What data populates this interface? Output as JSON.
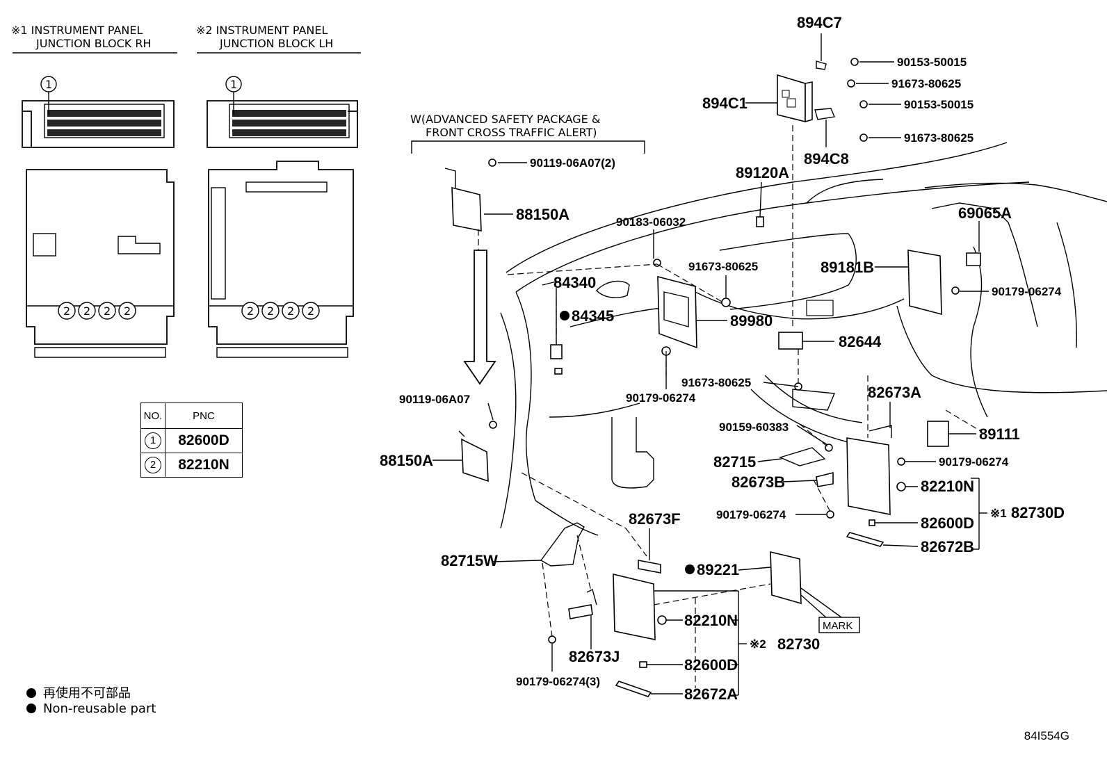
{
  "headers": {
    "jb_rh_line1": "※1 INSTRUMENT PANEL",
    "jb_rh_line2": "JUNCTION BLOCK RH",
    "jb_lh_line1": "※2 INSTRUMENT PANEL",
    "jb_lh_line2": "JUNCTION BLOCK LH",
    "option_line1": "W(ADVANCED SAFETY PACKAGE &",
    "option_line2": "FRONT CROSS TRAFFIC ALERT)"
  },
  "callouts": {
    "one": "1",
    "two": "2"
  },
  "pnc_table": {
    "col_no": "NO.",
    "col_pnc": "PNC",
    "rows": [
      {
        "no": "1",
        "pnc": "82600D"
      },
      {
        "no": "2",
        "pnc": "82210N"
      }
    ]
  },
  "parts": {
    "p894C7": "894C7",
    "p90153a": "90153-50015",
    "p91673a": "91673-80625",
    "p894C1": "894C1",
    "p90153b": "90153-50015",
    "p91673b": "91673-80625",
    "p894C8": "894C8",
    "p90119a": "90119-06A07(2)",
    "p88150a_top": "88150A",
    "p89120A": "89120A",
    "p90183": "90183-06032",
    "p69065A": "69065A",
    "p91673c": "91673-80625",
    "p89181B": "89181B",
    "p84340": "84340",
    "p84345": "84345",
    "p90179a": "90179-06274",
    "p89980": "89980",
    "p82644": "82644",
    "p91673d": "91673-80625",
    "p90179b": "90179-06274",
    "p82673A": "82673A",
    "p90119b": "90119-06A07",
    "p90159": "90159-60383",
    "p89111": "89111",
    "p88150a_bot": "88150A",
    "p82715": "82715",
    "p90179c": "90179-06274",
    "p82673B": "82673B",
    "p82210N_r": "82210N",
    "p90179d": "90179-06274",
    "p82600D_r": "82600D",
    "p82730D": "82730D",
    "p82730D_mark": "※1",
    "p82672B": "82672B",
    "p82673F": "82673F",
    "p82715W": "82715W",
    "p89221": "89221",
    "p82210N_l": "82210N",
    "p82730": "82730",
    "p82730_mark": "※2",
    "p82673J": "82673J",
    "p82600D_l": "82600D",
    "p90179e": "90179-06274(3)",
    "p82672A": "82672A",
    "mark": "MARK"
  },
  "legend": {
    "jp": "再使用不可部品",
    "en": "Non-reusable part"
  },
  "ref_code": "84I554G"
}
